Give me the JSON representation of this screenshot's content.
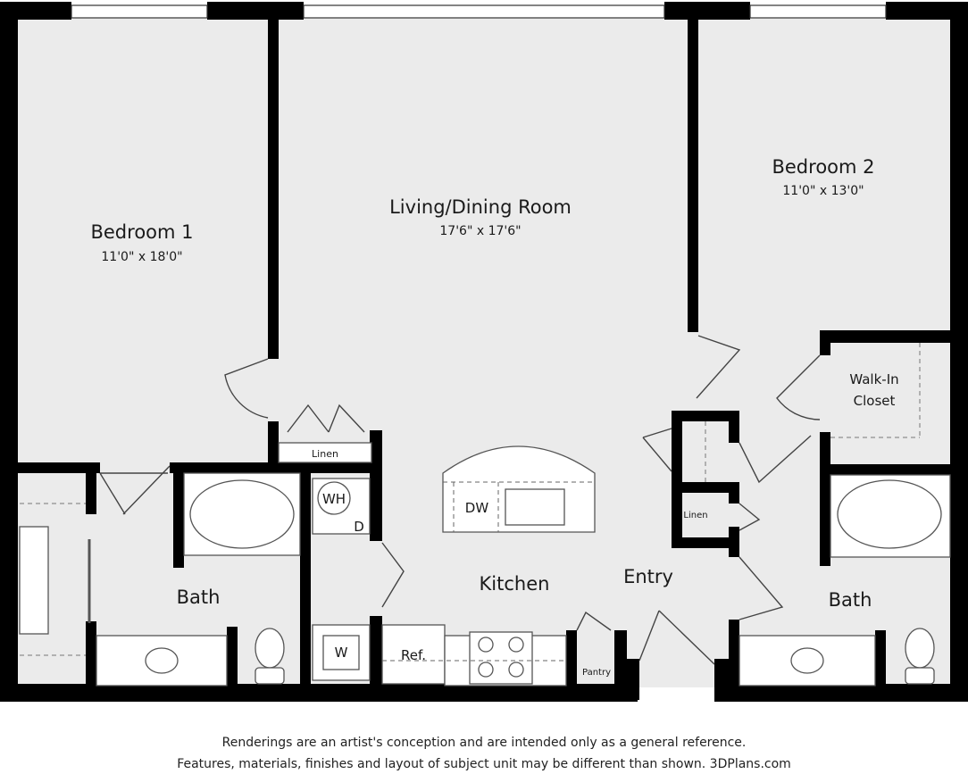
{
  "rooms": {
    "bedroom1": {
      "name": "Bedroom 1",
      "dims": "11'0\" x 18'0\""
    },
    "living": {
      "name": "Living/Dining Room",
      "dims": "17'6\" x 17'6\""
    },
    "bedroom2": {
      "name": "Bedroom 2",
      "dims": "11'0\" x 13'0\""
    },
    "walkin": {
      "line1": "Walk-In",
      "line2": "Closet"
    },
    "kitchen": {
      "name": "Kitchen"
    },
    "entry": {
      "name": "Entry"
    },
    "bath1": {
      "name": "Bath"
    },
    "bath2": {
      "name": "Bath"
    }
  },
  "fixtures": {
    "linen1": "Linen",
    "linen2": "Linen",
    "water_heater": "WH",
    "dryer": "D",
    "washer": "W",
    "dishwasher": "DW",
    "refrigerator": "Ref.",
    "pantry": "Pantry"
  },
  "disclaimer": {
    "line1": "Renderings are an artist's conception and are intended only as a general reference.",
    "line2": "Features, materials, finishes and layout of subject unit may be different than shown. 3DPlans.com"
  },
  "colors": {
    "floor": "#ebebeb",
    "wall": "#000000",
    "fixture": "#ffffff",
    "line": "#555555"
  }
}
